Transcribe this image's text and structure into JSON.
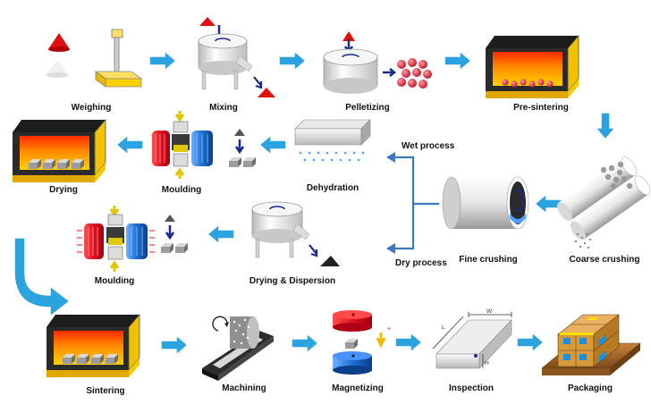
{
  "steps": {
    "weighing": "Weighing",
    "mixing": "Mixing",
    "pelletizing": "Pelletizing",
    "pre_sintering": "Pre-sintering",
    "drying": "Drying",
    "moulding_wet": "Moulding",
    "dehydration": "Dehydration",
    "fine_crushing": "Fine crushing",
    "coarse_crushing": "Coarse crushing",
    "moulding_dry": "Moulding",
    "drying_dispersion": "Drying & Dispersion",
    "sintering": "Sintering",
    "machining": "Machining",
    "magnetizing": "Magnetizing",
    "inspection": "Inspection",
    "packaging": "Packaging"
  },
  "branches": {
    "wet": "Wet process",
    "dry": "Dry process"
  },
  "dimension_labels": {
    "width": "W",
    "length": "L",
    "height": "H"
  },
  "colors": {
    "flow_arrow": "#2aa3e0",
    "branch_line": "#3a78c2",
    "furnace_fire": "#ff6a00",
    "powder_red": "#e01010",
    "magnet_red": "#e01020",
    "magnet_blue": "#1b6fd0",
    "scale_yellow": "#ffe066"
  }
}
